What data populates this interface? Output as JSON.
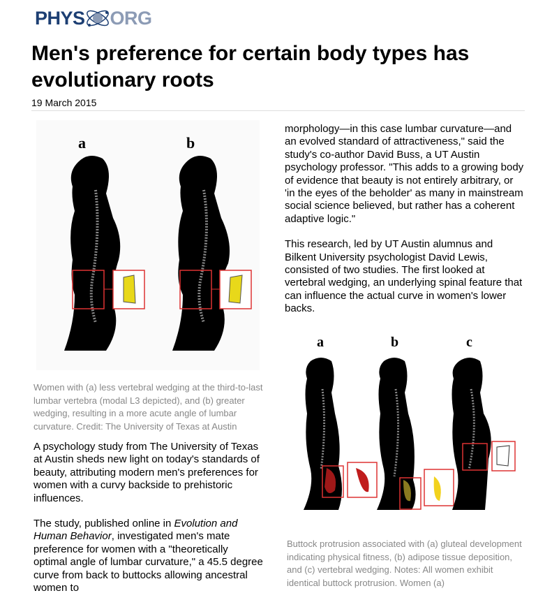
{
  "logo": {
    "part1": "PHYS",
    "part2": "ORG"
  },
  "article": {
    "title": "Men's preference for certain body types has evolutionary roots",
    "date": "19 March 2015"
  },
  "figure1": {
    "labels": [
      "a",
      "b"
    ],
    "caption": "Women with (a) less vertebral wedging at the third-to-last lumbar vertebra (modal L3 depicted), and (b) greater wedging, resulting in a more acute angle of lumbar curvature. Credit: The University of Texas at Austin"
  },
  "left_paragraphs": {
    "p1": "A psychology study from The University of Texas at Austin sheds new light on today's standards of beauty, attributing modern men's preferences for women with a curvy backside to prehistoric influences.",
    "p2_before": "The study, published online in ",
    "p2_italic": "Evolution and Human Behavior",
    "p2_after": ", investigated men's mate preference for women with a \"theoretically optimal angle of lumbar curvature,\" a 45.5 degree curve from back to buttocks allowing ancestral women to"
  },
  "right_paragraphs": {
    "p1": "morphology—in this case lumbar curvature—and an evolved standard of attractiveness,\" said the study's co-author David Buss, a UT Austin psychology professor. \"This adds to a growing body of evidence that beauty is not entirely arbitrary, or 'in the eyes of the beholder' as many in mainstream social science believed, but rather has a coherent adaptive logic.\"",
    "p2": "This research, led by UT Austin alumnus and Bilkent University psychologist David Lewis, consisted of two studies. The first looked at vertebral wedging, an underlying spinal feature that can influence the actual curve in women's lower backs."
  },
  "figure2": {
    "labels": [
      "a",
      "b",
      "c"
    ],
    "caption": "Buttock protrusion associated with (a) gluteal development indicating physical fitness, (b) adipose tissue deposition, and (c) vertebral wedging. Notes: All women exhibit identical buttock protrusion. Women (a)"
  }
}
